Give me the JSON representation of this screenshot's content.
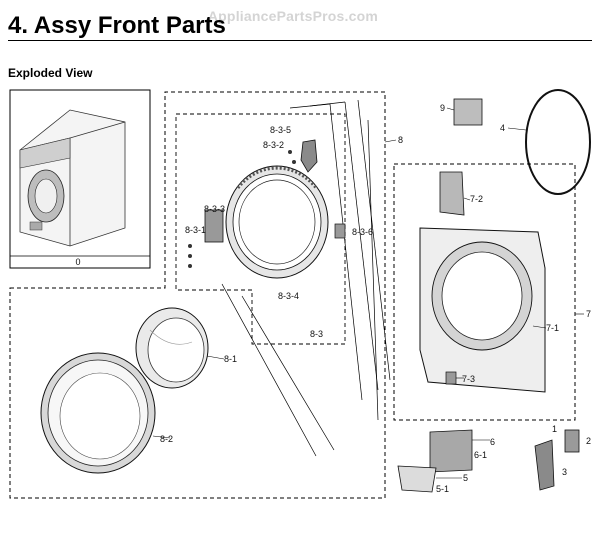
{
  "watermark": "AppliancePartsPros.com",
  "title": "4.  Assy Front Parts",
  "subtitle": "Exploded View",
  "parts": [
    {
      "id": "thumb",
      "label": "0"
    },
    {
      "id": "p8",
      "label": "8"
    },
    {
      "id": "p8-3-5",
      "label": "8-3-5"
    },
    {
      "id": "p8-3-2",
      "label": "8-3-2"
    },
    {
      "id": "p8-3-3",
      "label": "8-3-3"
    },
    {
      "id": "p8-3-1",
      "label": "8-3-1"
    },
    {
      "id": "p8-3-6",
      "label": "8-3-6"
    },
    {
      "id": "p8-3-4",
      "label": "8-3-4"
    },
    {
      "id": "p8-3",
      "label": "8-3"
    },
    {
      "id": "p8-1",
      "label": "8-1"
    },
    {
      "id": "p8-2",
      "label": "8-2"
    },
    {
      "id": "p9",
      "label": "9"
    },
    {
      "id": "p4",
      "label": "4"
    },
    {
      "id": "p7-2",
      "label": "7-2"
    },
    {
      "id": "p7-1",
      "label": "7-1"
    },
    {
      "id": "p7",
      "label": "7"
    },
    {
      "id": "p7-3",
      "label": "7-3"
    },
    {
      "id": "p6",
      "label": "6"
    },
    {
      "id": "p6-1",
      "label": "6-1"
    },
    {
      "id": "p5",
      "label": "5"
    },
    {
      "id": "p5-1",
      "label": "5-1"
    },
    {
      "id": "p1",
      "label": "1"
    },
    {
      "id": "p2",
      "label": "2"
    },
    {
      "id": "p3",
      "label": "3"
    }
  ]
}
